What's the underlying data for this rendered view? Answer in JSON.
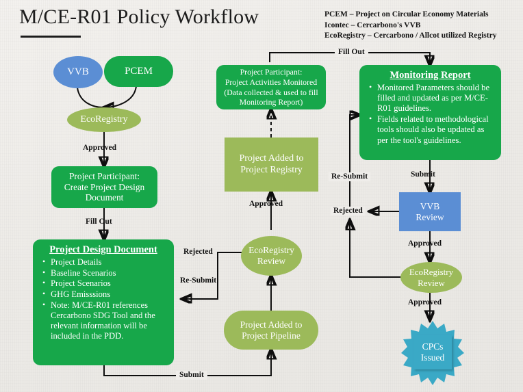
{
  "page": {
    "title": "M/CE-R01 Policy Workflow",
    "background_color": "#efedea"
  },
  "legend": {
    "line1": "PCEM – Project on Circular Economy Materials",
    "line2": "Icontec – Cercarbono's VVB",
    "line3": "EcoRegistry – Cercarbono / Allcot utilized Registry"
  },
  "colors": {
    "green": "#17a74a",
    "olive": "#9cba5a",
    "blue": "#5b8ed4",
    "teal": "#3aa9c6",
    "text_dark": "#111111",
    "node_text": "#ffffff"
  },
  "nodes": {
    "vvb": {
      "label": "VVB",
      "shape": "ellipse",
      "color": "blue"
    },
    "pcem": {
      "label": "PCEM",
      "shape": "stadium",
      "color": "green"
    },
    "ecoregistry": {
      "label": "EcoRegistry",
      "shape": "ellipse",
      "color": "olive"
    },
    "create_pdd": {
      "label": "Project Participant:\nCreate Project Design\nDocument",
      "shape": "rounded-rect",
      "color": "green"
    },
    "pdd_doc": {
      "title": "Project Design Document",
      "bullets": [
        "Project Details",
        "Baseline Scenarios",
        "Project Scenarios",
        "GHG Emisssions",
        "Note: M/CE-R01 references Cercarbono SDG Tool and the relevant information will be included in the PDD."
      ],
      "color": "green"
    },
    "activities_monitored": {
      "label": "Project Participant:\nProject Activities Monitored\n(Data collected & used to fill\nMonitoring Report)",
      "shape": "rounded-rect",
      "color": "green"
    },
    "added_to_registry": {
      "label": "Project Added to\nProject Registry",
      "shape": "rect",
      "color": "olive"
    },
    "ecoregistry_review_mid": {
      "label": "EcoRegistry\nReview",
      "shape": "ellipse",
      "color": "olive"
    },
    "added_to_pipeline": {
      "label": "Project Added to\nProject Pipeline",
      "shape": "stadium",
      "color": "olive"
    },
    "monitoring_report": {
      "title": "Monitoring Report",
      "bullets": [
        "Monitored Parameters should be filled and updated as per M/CE-R01 guidelines.",
        "Fields related to methodological tools should also be updated as per the tool's guidelines."
      ],
      "color": "green"
    },
    "vvb_review": {
      "label": "VVB\nReview",
      "shape": "rect",
      "color": "blue"
    },
    "ecoregistry_review_right": {
      "label": "EcoRegistry\nReview",
      "shape": "ellipse",
      "color": "olive"
    },
    "cpcs_issued": {
      "label": "CPCs\nIssued",
      "shape": "starburst",
      "color": "teal"
    }
  },
  "edge_labels": {
    "approved_left": "Approved",
    "fill_out_left": "Fill Out",
    "submit_bottom": "Submit",
    "approved_mid": "Approved",
    "rejected_mid": "Rejected",
    "resubmit_mid": "Re-Submit",
    "fill_out_top": "Fill Out",
    "resubmit_right": "Re-Submit",
    "rejected_right": "Rejected",
    "submit_right": "Submit",
    "approved_right_1": "Approved",
    "approved_right_2": "Approved"
  }
}
